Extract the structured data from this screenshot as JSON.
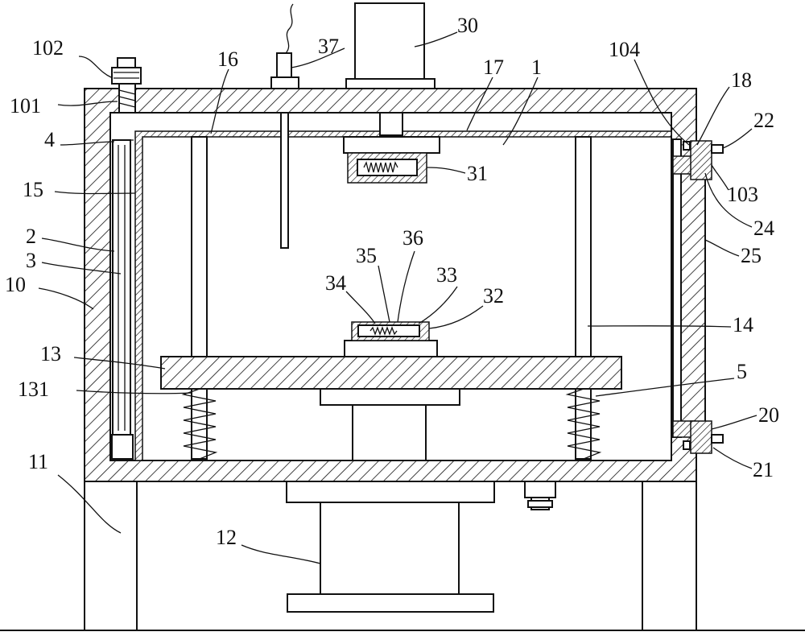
{
  "labels": {
    "l1": "1",
    "l2": "2",
    "l3": "3",
    "l4": "4",
    "l5": "5",
    "l10": "10",
    "l11": "11",
    "l12": "12",
    "l13": "13",
    "l14": "14",
    "l15": "15",
    "l16": "16",
    "l17": "17",
    "l18": "18",
    "l20": "20",
    "l21": "21",
    "l22": "22",
    "l24": "24",
    "l25": "25",
    "l30": "30",
    "l31": "31",
    "l32": "32",
    "l33": "33",
    "l34": "34",
    "l35": "35",
    "l36": "36",
    "l37": "37",
    "l101": "101",
    "l102": "102",
    "l103": "103",
    "l104": "104",
    "l131": "131"
  }
}
